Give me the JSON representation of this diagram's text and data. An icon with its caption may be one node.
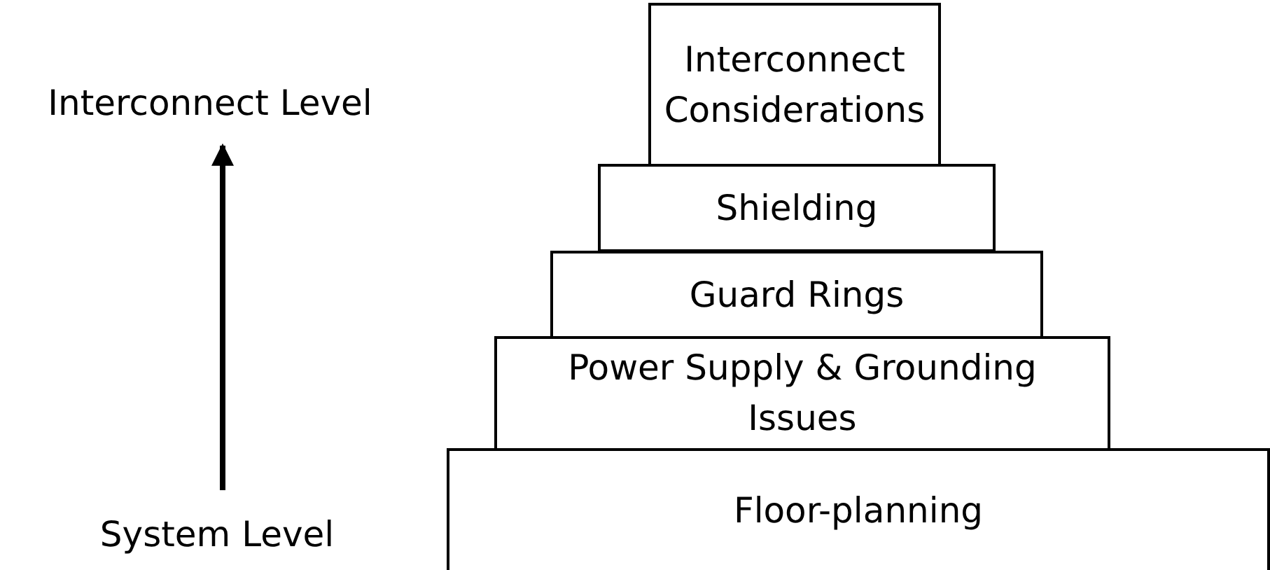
{
  "diagram": {
    "nodes": [
      {
        "text": [
          "Interconnect Level"
        ]
      },
      {
        "text": [
          "Interconnect Considerations"
        ]
      },
      {
        "text": [
          "Shielding"
        ]
      },
      {
        "text": [
          "Guard Rings"
        ]
      },
      {
        "text": [
          "Power Supply & Grounding Issues"
        ]
      },
      {
        "text": [
          "System Level"
        ]
      },
      {
        "text": [
          "Floor-planning"
        ]
      }
    ],
    "edges": [
      {
        "from": 5,
        "to": 0,
        "arrow": "to"
      }
    ]
  }
}
